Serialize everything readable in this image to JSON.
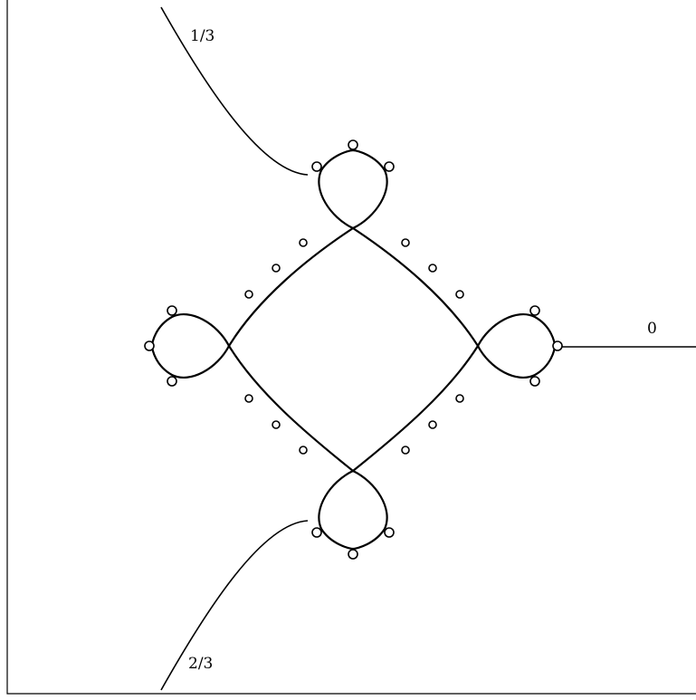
{
  "ray_labels": {
    "zero": "0",
    "one_third": "1/3",
    "two_thirds": "2/3"
  },
  "colors": {
    "ink": "#000000",
    "background": "#ffffff"
  }
}
